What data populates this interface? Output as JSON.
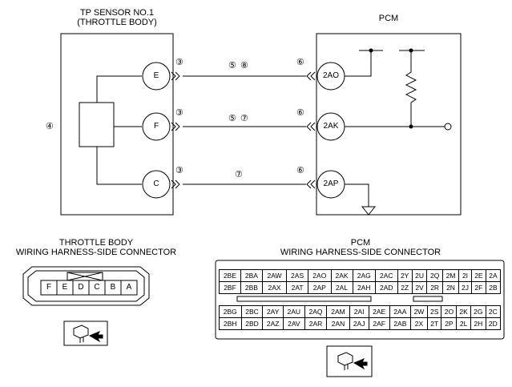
{
  "tp_sensor": {
    "title_line1": "TP SENSOR NO.1",
    "title_line2": "(THROTTLE BODY)"
  },
  "pcm": {
    "title": "PCM"
  },
  "terminals": {
    "sensor": [
      "E",
      "F",
      "C"
    ],
    "pcm": [
      "2AO",
      "2AK",
      "2AP"
    ]
  },
  "callouts": {
    "c3": "③",
    "c4": "④",
    "c5": "⑤",
    "c6": "⑥",
    "c7": "⑦",
    "c8": "⑧"
  },
  "throttle_connector": {
    "title_line1": "THROTTLE BODY",
    "title_line2": "WIRING HARNESS-SIDE CONNECTOR",
    "pins": [
      "F",
      "E",
      "D",
      "C",
      "B",
      "A"
    ]
  },
  "pcm_connector": {
    "title_line1": "PCM",
    "title_line2": "WIRING HARNESS-SIDE CONNECTOR",
    "top_block": {
      "row1": [
        "2BE",
        "2BA",
        "2AW",
        "2AS",
        "2AO",
        "2AK",
        "2AG",
        "2AC",
        "2Y",
        "2U",
        "2Q",
        "2M",
        "2I",
        "2E",
        "2A"
      ],
      "row2": [
        "2BF",
        "2BB",
        "2AX",
        "2AT",
        "2AP",
        "2AL",
        "2AH",
        "2AD",
        "2Z",
        "2V",
        "2R",
        "2N",
        "2J",
        "2F",
        "2B"
      ]
    },
    "bottom_block": {
      "row1": [
        "2BG",
        "2BC",
        "2AY",
        "2AU",
        "2AQ",
        "2AM",
        "2AI",
        "2AE",
        "2AA",
        "2W",
        "2S",
        "2O",
        "2K",
        "2G",
        "2C"
      ],
      "row2": [
        "2BH",
        "2BD",
        "2AZ",
        "2AV",
        "2AR",
        "2AN",
        "2AJ",
        "2AF",
        "2AB",
        "2X",
        "2T",
        "2P",
        "2L",
        "2H",
        "2D"
      ]
    }
  }
}
